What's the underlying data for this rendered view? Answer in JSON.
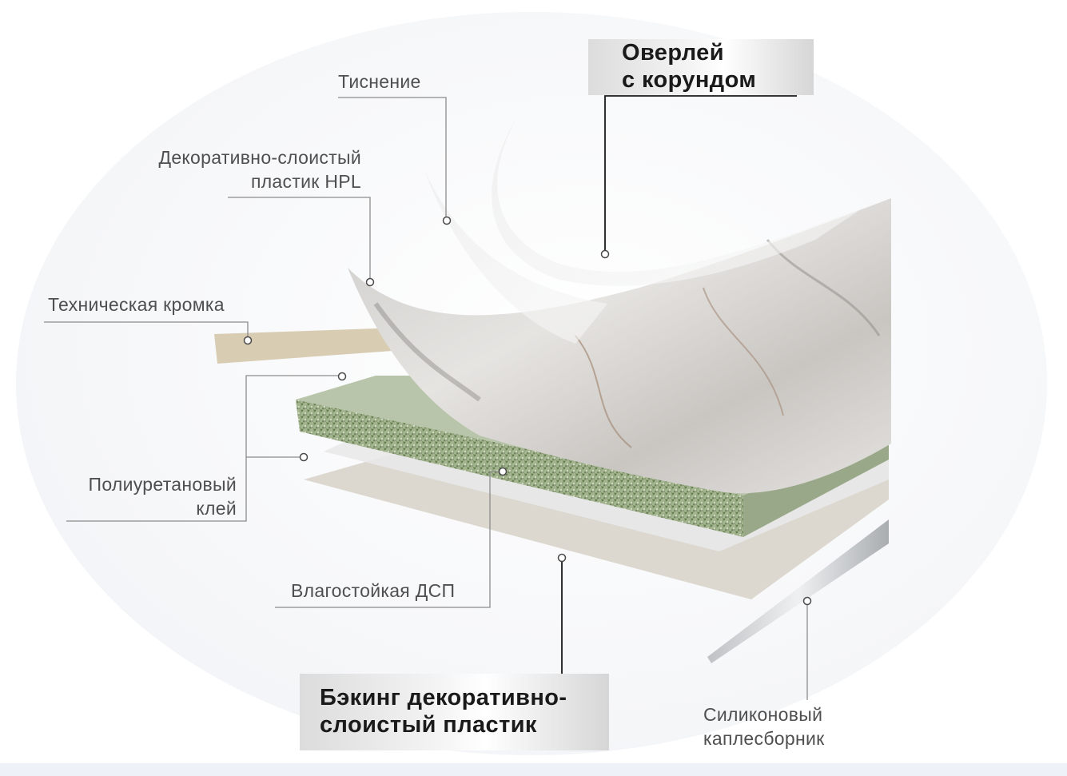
{
  "labels": {
    "embossing": "Тиснение",
    "overlay_line1": "Оверлей",
    "overlay_line2": "с корундом",
    "hpl_line1": "Декоративно-слоистый",
    "hpl_line2": "пластик HPL",
    "tech_edge": "Техническая кромка",
    "pu_glue_line1": "Полиуретановый",
    "pu_glue_line2": "клей",
    "moisture_chipboard": "Влагостойкая ДСП",
    "backing_line1": "Бэкинг декоративно-",
    "backing_line2": "слоистый пластик",
    "drip_line1": "Силиконовый",
    "drip_line2": "каплесборник"
  },
  "colors": {
    "leader_line": "#8c8c8c",
    "leader_dark": "#1a1a1a",
    "chipboard": "#8fa57a",
    "marble": "#d9d8d6",
    "tech_edge": "#d8ccb2",
    "backing": "#dad6cc"
  }
}
